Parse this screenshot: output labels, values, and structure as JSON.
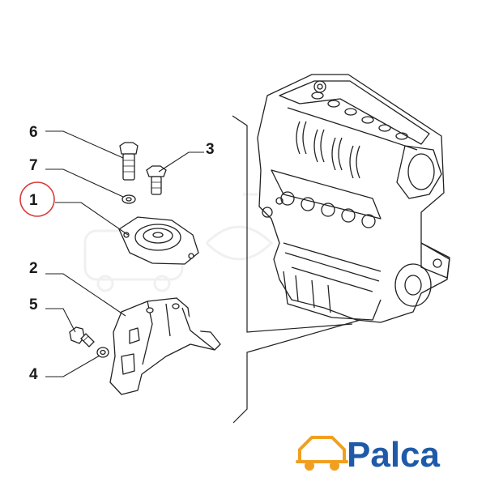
{
  "diagram": {
    "callouts": [
      {
        "id": "6",
        "label": "6"
      },
      {
        "id": "3",
        "label": "3"
      },
      {
        "id": "7",
        "label": "7"
      },
      {
        "id": "1",
        "label": "1",
        "highlighted": true
      },
      {
        "id": "2",
        "label": "2"
      },
      {
        "id": "5",
        "label": "5"
      },
      {
        "id": "4",
        "label": "4"
      }
    ],
    "highlight_color": "#d93a3a",
    "line_color": "#222222"
  },
  "brand": {
    "name": "Palca",
    "text_color": "#1f5aa8",
    "icon_color": "#f0a020",
    "icon": "car-outline-icon"
  }
}
